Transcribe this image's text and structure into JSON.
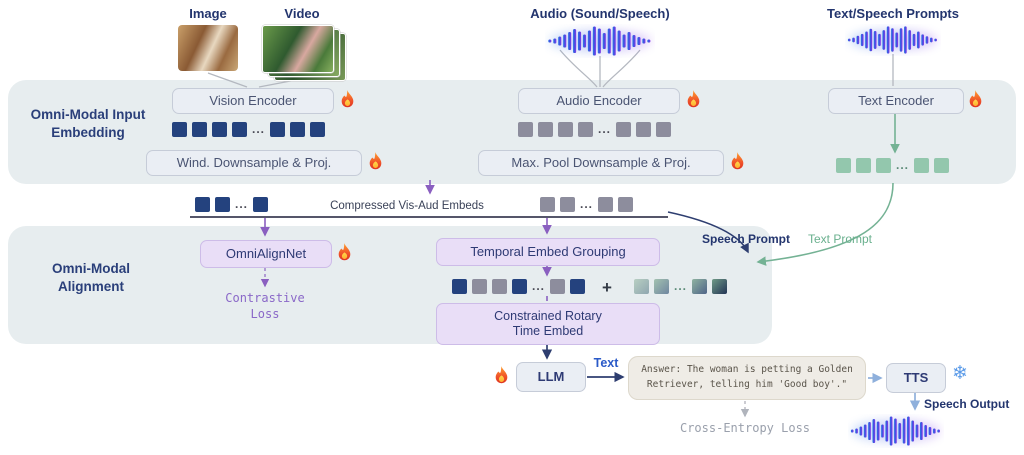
{
  "inputs": {
    "image_label": "Image",
    "video_label": "Video",
    "audio_label": "Audio (Sound/Speech)",
    "prompts_label": "Text/Speech Prompts"
  },
  "sections": {
    "embedding_label": "Omni-Modal Input\nEmbedding",
    "alignment_label": "Omni-Modal\nAlignment"
  },
  "blocks": {
    "vision_encoder": "Vision Encoder",
    "wind_downsample": "Wind. Downsample & Proj.",
    "audio_encoder": "Audio Encoder",
    "max_pool_downsample": "Max. Pool Downsample & Proj.",
    "text_encoder": "Text Encoder",
    "omnialignnet": "OmniAlignNet",
    "temporal_grouping": "Temporal Embed Grouping",
    "rotary_time_embed": "Constrained Rotary\nTime Embed",
    "llm": "LLM",
    "tts": "TTS"
  },
  "flow": {
    "compressed_label": "Compressed Vis-Aud Embeds",
    "speech_prompt": "Speech Prompt",
    "text_prompt": "Text Prompt",
    "plus": "+",
    "contrastive_loss": "Contrastive\nLoss",
    "cross_entropy_loss": "Cross-Entropy Loss",
    "text_arrow_label": "Text",
    "speech_output": "Speech Output",
    "answer": "Answer: The woman is petting a Golden Retriever, telling him 'Good boy'.\"",
    "ellipsis": "...",
    "snowflake": "❄"
  },
  "colors": {
    "navy": "#23356e",
    "token_blue": "#24427e",
    "token_gray": "#8d8d9d",
    "token_green": "#93c7ad",
    "band_bg": "#e7edef",
    "purple_box_bg": "#e9def7",
    "accent_purple": "#8a68c8",
    "accent_green": "#6ab08e",
    "accent_blue": "#2a5ac8"
  }
}
